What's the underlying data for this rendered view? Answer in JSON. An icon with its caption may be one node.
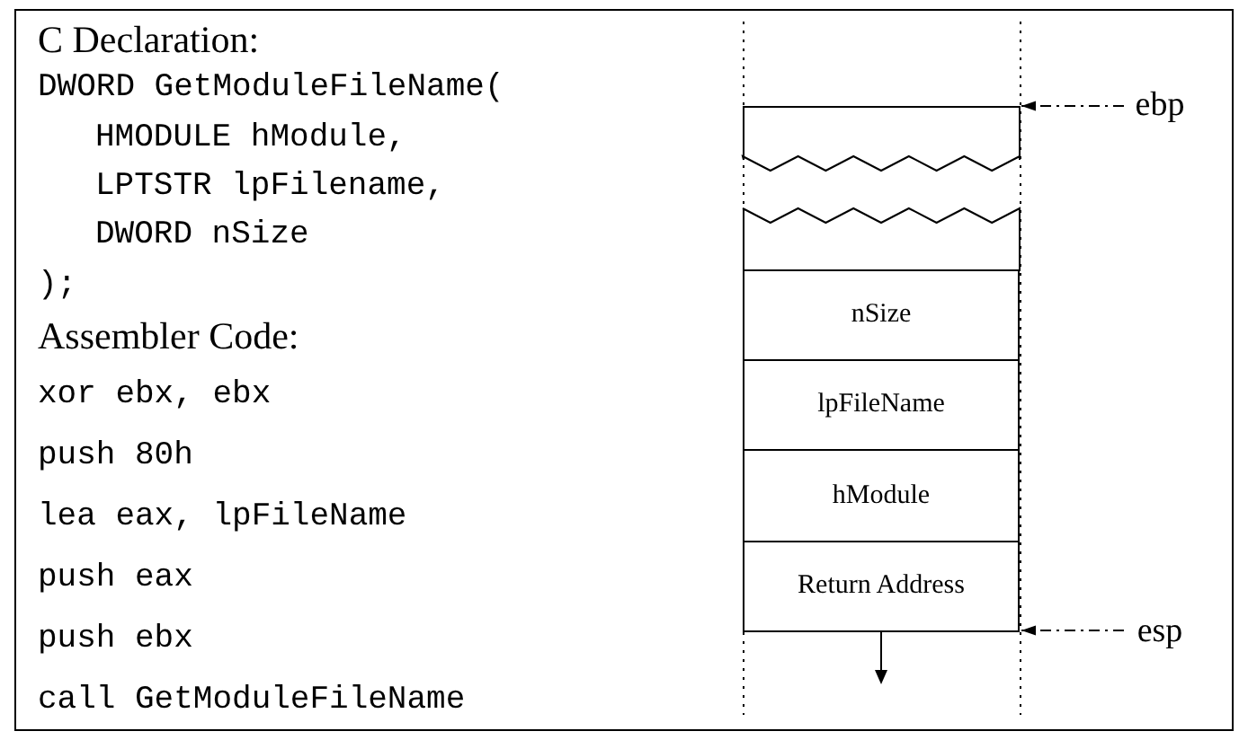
{
  "diagram": {
    "nodes": [
      {
        "text": [],
        "shape": "box"
      },
      {
        "text": [],
        "shape": "box"
      },
      {
        "text": [
          "nSize"
        ]
      },
      {
        "text": [
          "lpFileName"
        ]
      },
      {
        "text": [
          "hModule"
        ]
      },
      {
        "text": [
          "Return Address"
        ]
      },
      {
        "text": [
          "ebp"
        ]
      },
      {
        "text": [
          "esp"
        ]
      }
    ],
    "edges": [
      {
        "from": 6,
        "to": 0,
        "arrow": "to",
        "style": "dashed"
      },
      {
        "from": 7,
        "to": 5,
        "arrow": "to",
        "style": "dashed"
      }
    ],
    "labels": [
      "C Declaration:",
      "DWORD GetModuleFileName(",
      "HMODULE hModule,",
      "LPTSTR lpFilename,",
      "DWORD nSize",
      ");",
      "Assembler Code:",
      "xor ebx, ebx",
      "push 80h",
      "lea eax, lpFileName",
      "push eax",
      "push ebx",
      "call GetModuleFileName"
    ]
  }
}
